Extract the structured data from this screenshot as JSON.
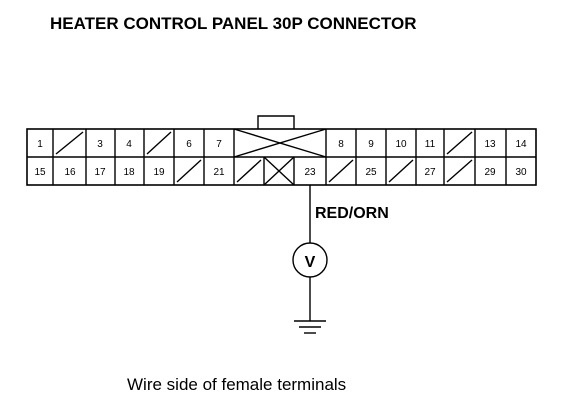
{
  "title": "HEATER CONTROL PANEL 30P CONNECTOR",
  "connector": {
    "top_row": [
      "1",
      "",
      "3",
      "4",
      "",
      "6",
      "7",
      "",
      "",
      "",
      "",
      "8",
      "9",
      "10",
      "11",
      "",
      "13",
      "14"
    ],
    "bottom_row": [
      "15",
      "16",
      "17",
      "18",
      "19",
      "",
      "21",
      "",
      "",
      "23",
      "",
      "25",
      "",
      "27",
      "",
      "29",
      "30"
    ]
  },
  "wire": {
    "pin": "23",
    "color_label": "RED/ORN"
  },
  "meter_symbol": "V",
  "caption": "Wire side of female terminals"
}
